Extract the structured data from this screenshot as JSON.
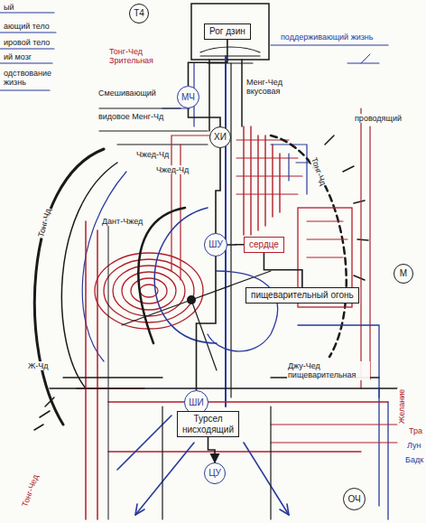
{
  "diagram": {
    "nodes": [
      {
        "text": [
          "Т4"
        ]
      },
      {
        "text": [
          "Рог дзин"
        ]
      },
      {
        "text": [
          "МЧ"
        ]
      },
      {
        "text": [
          "ХИ"
        ]
      },
      {
        "text": [
          "ШУ"
        ]
      },
      {
        "text": [
          "сердце"
        ]
      },
      {
        "text": [
          "пищеварительный огонь"
        ]
      },
      {
        "text": [
          "ШИ"
        ]
      },
      {
        "text": [
          "Турсел",
          "нисходящий"
        ]
      },
      {
        "text": [
          "ЦУ"
        ]
      },
      {
        "text": [
          "М"
        ]
      },
      {
        "text": [
          "ОЧ"
        ]
      }
    ],
    "edges": [
      {
        "from": 1,
        "to": 2,
        "arrow": "none"
      },
      {
        "from": 2,
        "to": 3,
        "arrow": "none"
      },
      {
        "from": 3,
        "to": 4,
        "arrow": "none"
      },
      {
        "from": 4,
        "to": 5,
        "arrow": "none"
      },
      {
        "from": 5,
        "to": 6,
        "arrow": "none"
      },
      {
        "from": 4,
        "to": 7,
        "arrow": "none"
      },
      {
        "from": 7,
        "to": 8,
        "arrow": "none"
      },
      {
        "from": 8,
        "to": 9,
        "arrow": "to"
      }
    ],
    "labels": [
      "поддерживающий жизнь",
      "Тонг-Чед Зрительная",
      "Смешивающий",
      "Менг-Чед вкусовая",
      "видовое Менг-Чд",
      "Чжед-Чд",
      "Чжед-Чд",
      "Тонг-Чд",
      "Тонг-Чд",
      "Дант-Чжед",
      "Джу-Чед пищеварительная",
      "Ж-Чд",
      "Тонг-Чед",
      "Желание",
      "Тра",
      "Лун",
      "Бадк",
      "ый",
      "ающий тело",
      "ировой тело",
      "ий мозг",
      "одствование жизнь",
      "проводящий"
    ]
  }
}
